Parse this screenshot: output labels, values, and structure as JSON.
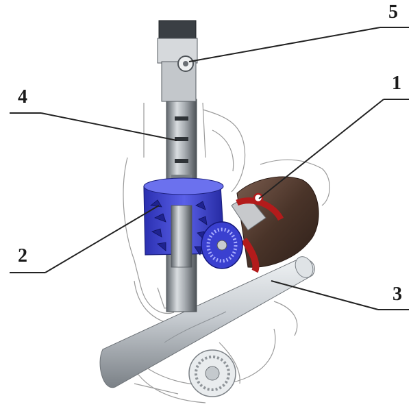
{
  "callouts": [
    {
      "label": "1",
      "part": "electric-motor"
    },
    {
      "label": "2",
      "part": "worm-gear-reducer"
    },
    {
      "label": "3",
      "part": "steering-rack"
    },
    {
      "label": "4",
      "part": "steering-shaft"
    },
    {
      "label": "5",
      "part": "universal-joint"
    }
  ],
  "colors": {
    "gear_housing": "#3a3fd0",
    "motor_red": "#b31b1b",
    "motor_dark": "#5a3f35",
    "shaft_gray": "#9aa0a6",
    "outline": "#8a8a8a",
    "leader": "#222222"
  }
}
